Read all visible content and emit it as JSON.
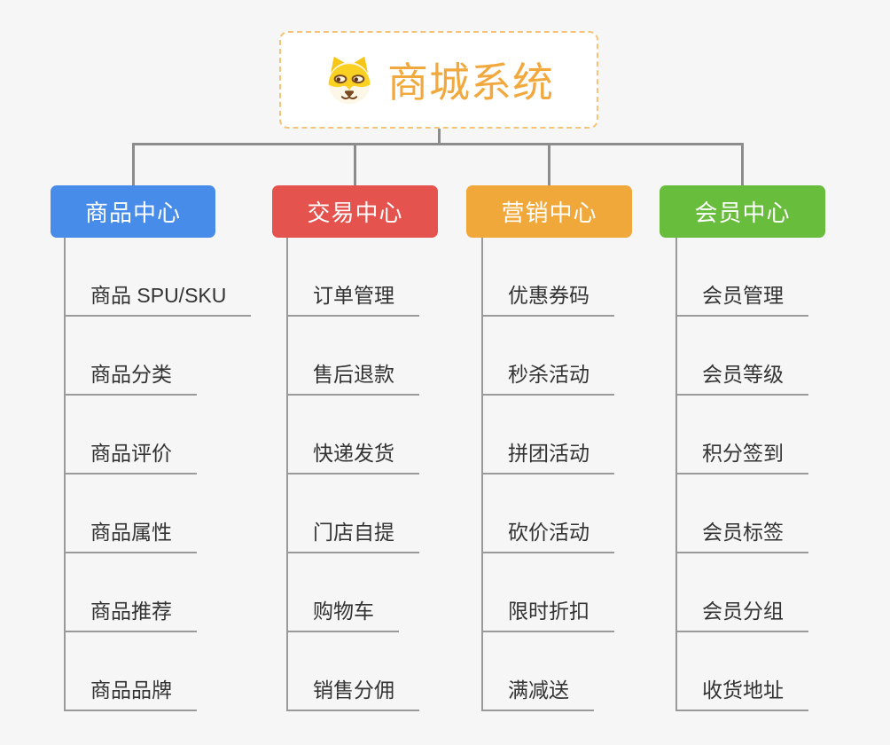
{
  "root": {
    "title": "商城系统",
    "icon": "shiba-dog-icon"
  },
  "colors": {
    "background": "#f6f6f6",
    "root_border": "#f5c379",
    "root_title": "#f1a83c",
    "connector": "#8c8c8c",
    "leaf_line": "#9a9a9a",
    "leaf_text": "#333333",
    "branch_product": "#478ce8",
    "branch_trade": "#e5534e",
    "branch_marketing": "#f0a83a",
    "branch_member": "#69bd3d"
  },
  "branches": [
    {
      "label": "商品中心",
      "color": "#478ce8",
      "items": [
        "商品 SPU/SKU",
        "商品分类",
        "商品评价",
        "商品属性",
        "商品推荐",
        "商品品牌"
      ]
    },
    {
      "label": "交易中心",
      "color": "#e5534e",
      "items": [
        "订单管理",
        "售后退款",
        "快递发货",
        "门店自提",
        "购物车",
        "销售分佣"
      ]
    },
    {
      "label": "营销中心",
      "color": "#f0a83a",
      "items": [
        "优惠券码",
        "秒杀活动",
        "拼团活动",
        "砍价活动",
        "限时折扣",
        "满减送"
      ]
    },
    {
      "label": "会员中心",
      "color": "#69bd3d",
      "items": [
        "会员管理",
        "会员等级",
        "积分签到",
        "会员标签",
        "会员分组",
        "收货地址"
      ]
    }
  ]
}
